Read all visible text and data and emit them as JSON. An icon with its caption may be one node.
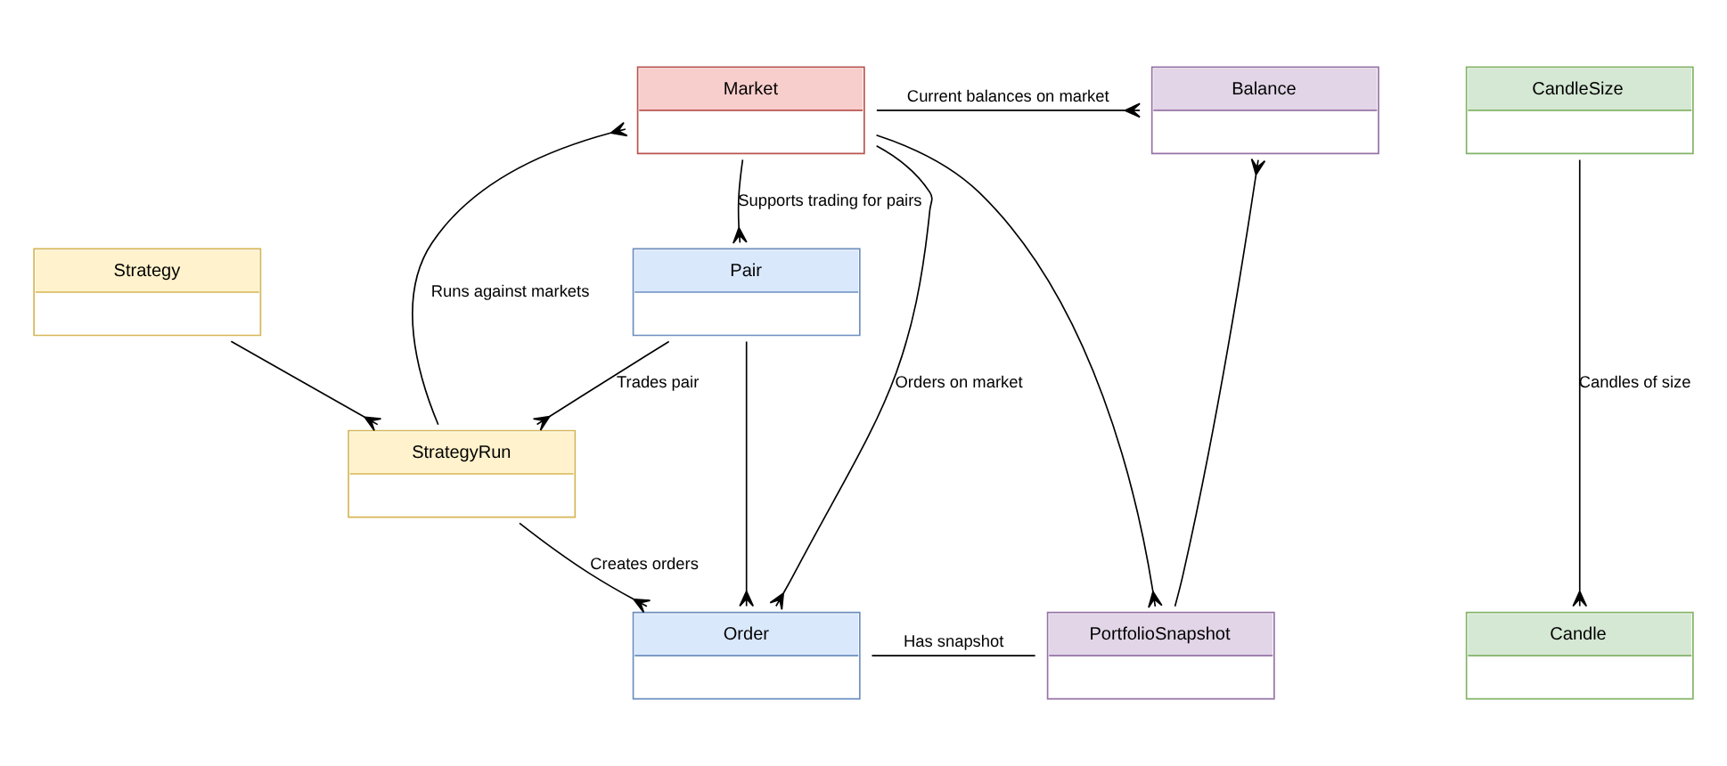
{
  "diagram": {
    "nodes": [
      {
        "text": [
          "Market"
        ]
      },
      {
        "text": [
          "Balance"
        ]
      },
      {
        "text": [
          "CandleSize"
        ]
      },
      {
        "text": [
          "Order"
        ]
      },
      {
        "text": [
          "PortfolioSnapshot"
        ]
      },
      {
        "text": [
          "Candle"
        ]
      },
      {
        "text": [
          "Pair"
        ]
      },
      {
        "text": [
          "StrategyRun"
        ]
      },
      {
        "text": [
          "Strategy"
        ]
      }
    ],
    "edges": [
      {
        "from": 0,
        "to": 1,
        "arrow": "other",
        "label": "Current balances on market"
      },
      {
        "from": 0,
        "to": 3,
        "arrow": "other",
        "label": "Orders on market"
      },
      {
        "from": 0,
        "to": 4,
        "arrow": "other"
      },
      {
        "from": 0,
        "to": 6,
        "arrow": "other",
        "label": "Supports trading for pairs"
      },
      {
        "from": 4,
        "to": 1,
        "arrow": "other"
      },
      {
        "from": 2,
        "to": 5,
        "arrow": "other",
        "label": "Candles of size"
      },
      {
        "from": 3,
        "to": 4,
        "arrow": "none",
        "label": "Has snapshot"
      },
      {
        "from": 6,
        "to": 3,
        "arrow": "other"
      },
      {
        "from": 7,
        "to": 3,
        "arrow": "other",
        "label": "Creates orders"
      },
      {
        "from": 6,
        "to": 7,
        "arrow": "other",
        "label": "Trades pair"
      },
      {
        "from": 8,
        "to": 7,
        "arrow": "other"
      },
      {
        "from": 7,
        "to": 0,
        "arrow": "other",
        "label": "Runs against markets"
      }
    ]
  }
}
